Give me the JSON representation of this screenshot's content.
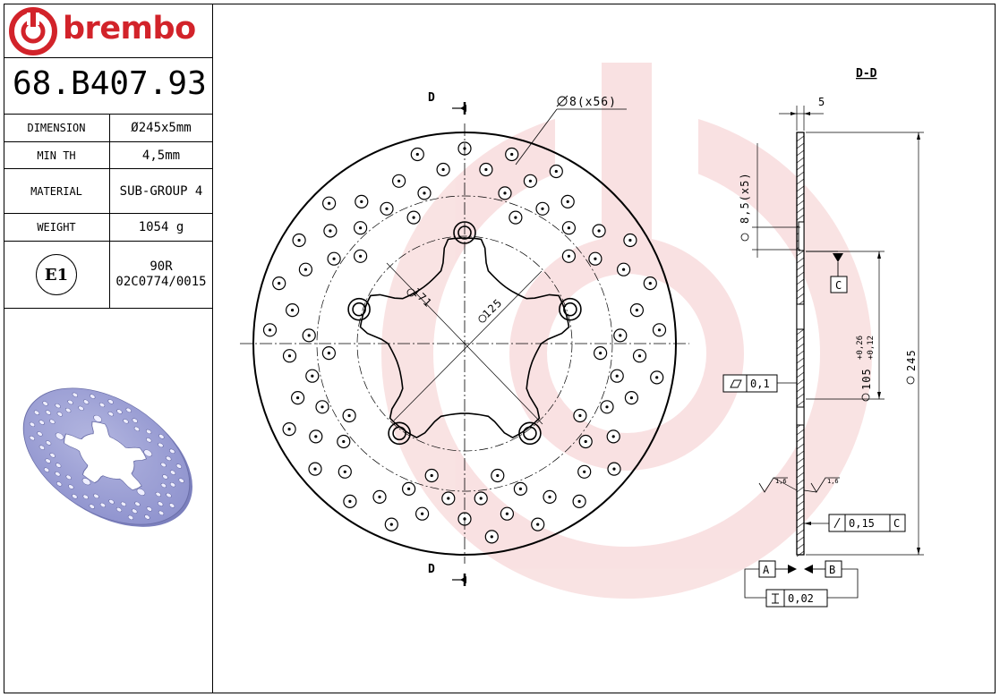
{
  "brand": {
    "name": "brembo",
    "color": "#d2232a"
  },
  "part_number": "68.B407.93",
  "specs": [
    {
      "label": "DIMENSION",
      "value": "Ø245x5mm"
    },
    {
      "label": "MIN TH",
      "value": "4,5mm"
    },
    {
      "label": "MATERIAL",
      "value": "SUB-GROUP 4"
    },
    {
      "label": "WEIGHT",
      "value": "1054 g"
    }
  ],
  "certification": {
    "mark": "E1",
    "regulation": "90R",
    "code": "02C0774/0015"
  },
  "drawing": {
    "section_title": "D-D",
    "section_marker": "D",
    "hole_callout": "8(x56)",
    "dia_171": "171",
    "dia_125": "125",
    "mount_hole": "8,5(x5)",
    "thickness": "5",
    "outer_dia": "245",
    "center_dia": "105",
    "center_tol_upper": "+0,26",
    "center_tol_lower": "+0,12",
    "flatness": "0,1",
    "runout": "0,15",
    "parallelism": "0,02",
    "roughness": "1,6",
    "datum_a": "A",
    "datum_b": "B",
    "datum_c": "C"
  }
}
